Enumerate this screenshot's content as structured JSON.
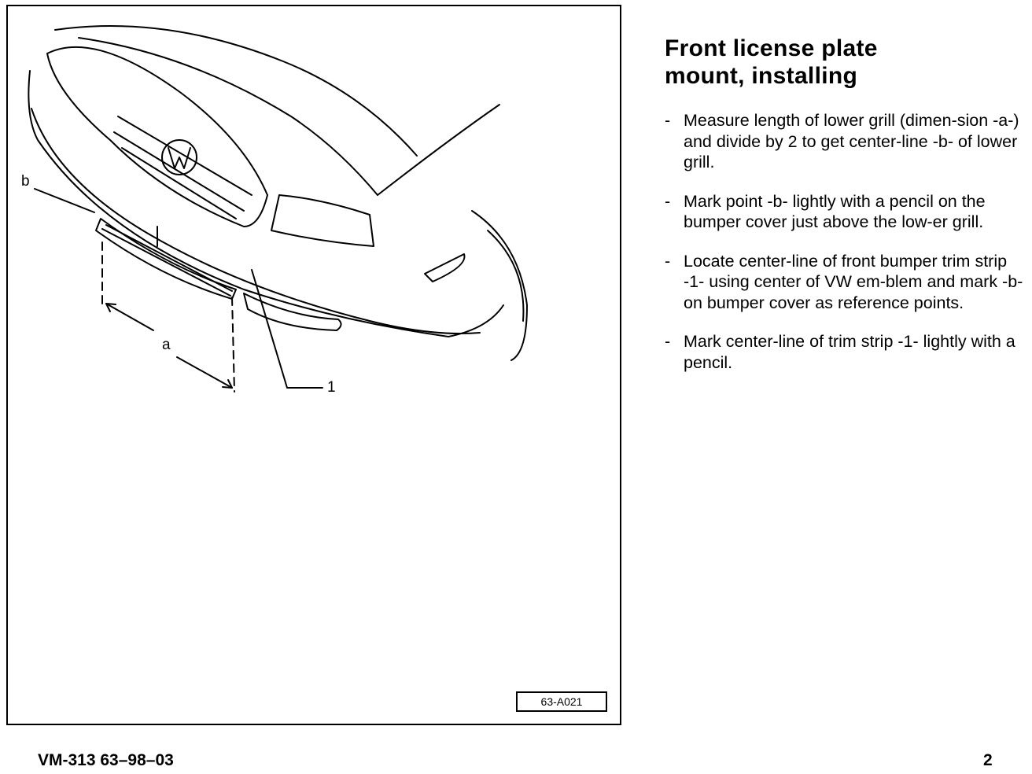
{
  "figure": {
    "callouts": {
      "a": "a",
      "b": "b",
      "one": "1"
    },
    "figure_id": "63-A021"
  },
  "section": {
    "title_line1": "Front license plate",
    "title_line2": "mount,  installing"
  },
  "steps": [
    {
      "dash": "-",
      "text": "Measure length of lower grill (dimen-sion -a-) and divide by 2 to get center-line -b- of lower grill."
    },
    {
      "dash": "-",
      "text": "Mark point -b- lightly with a pencil on the bumper cover just above the low-er grill."
    },
    {
      "dash": "-",
      "text": "Locate center-line of front bumper trim strip -1- using center of  VW em-blem and mark -b- on bumper cover as  reference points."
    },
    {
      "dash": "-",
      "text": "Mark center-line of trim strip -1- lightly with a pencil."
    }
  ],
  "footer": {
    "doc_code": "VM-313 63–98–03",
    "page_number": "2"
  },
  "icons": {
    "brand_emblem": "vw-emblem-icon"
  }
}
